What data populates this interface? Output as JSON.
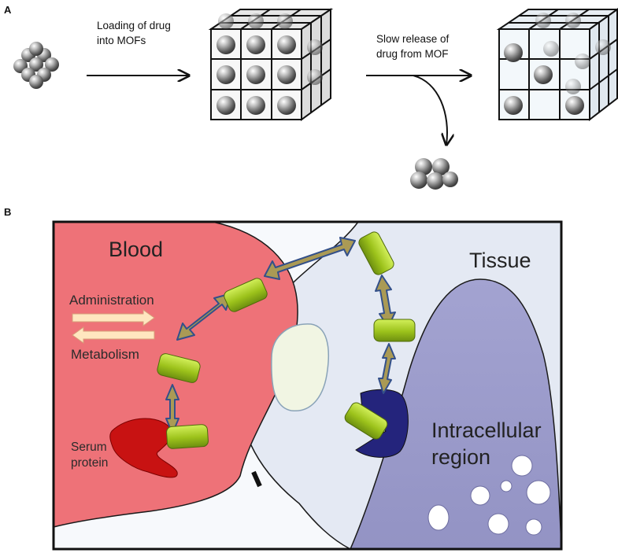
{
  "panel_a": {
    "label": "A",
    "step1": [
      "Loading of drug",
      "into MOFs"
    ],
    "step2": [
      "Slow release of",
      "drug from MOF"
    ]
  },
  "panel_b": {
    "label": "B",
    "blood": "Blood",
    "tissue": "Tissue",
    "administration": "Administration",
    "metabolism": "Metabolism",
    "serum_protein": [
      "Serum",
      "protein"
    ],
    "intracellular": [
      "Intracellular",
      "region"
    ]
  },
  "colors": {
    "blood": "#ee7278",
    "tissue_bg": "#e4e9f3",
    "intracellular": "#9f9fcc",
    "drug": "#9cc21b",
    "arrow_fill": "#aa9a55",
    "arrow_stroke": "#33508a",
    "serum": "#cc1010",
    "receptor": "#2a2a82",
    "administration_arrows": "#ffe7c0"
  }
}
